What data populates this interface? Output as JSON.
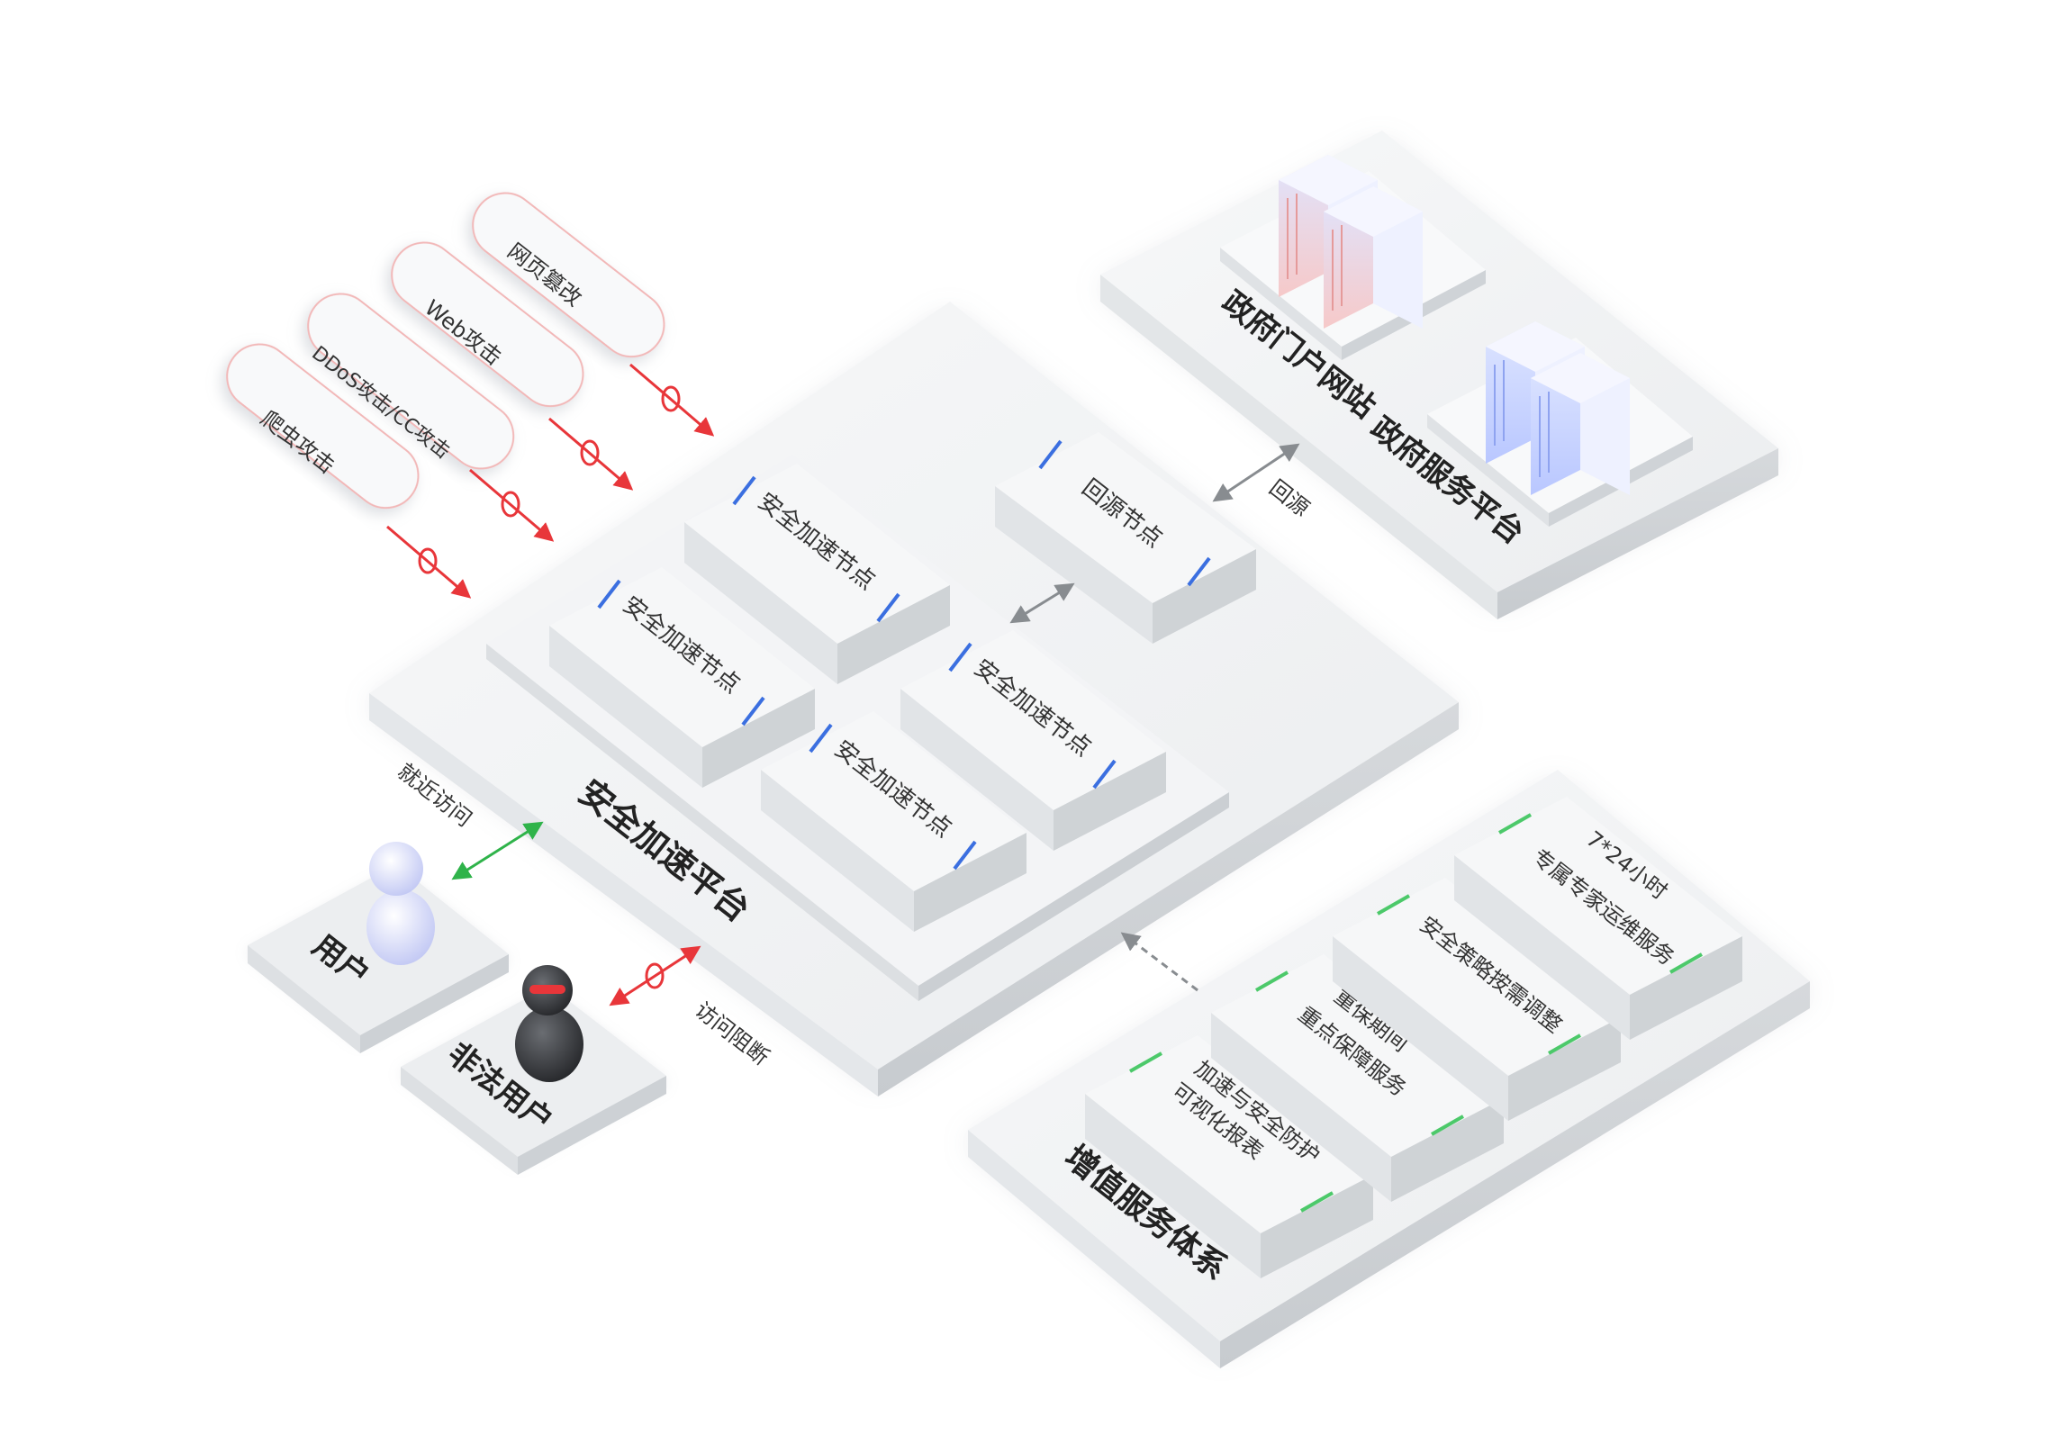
{
  "attacks": [
    "网页篡改",
    "Web攻击",
    "DDoS攻击/CC攻击",
    "爬虫攻击"
  ],
  "platform": {
    "label": "安全加速平台",
    "nodes": [
      "安全加速节点",
      "安全加速节点",
      "安全加速节点",
      "安全加速节点"
    ],
    "origin_node": "回源节点"
  },
  "government": {
    "portal": "政府门户网站",
    "service": "政府服务平台",
    "back_to_origin": "回源"
  },
  "users": {
    "user": "用户",
    "illegal_user": "非法用户",
    "nearby_access": "就近访问",
    "access_blocked": "访问阻断"
  },
  "value_added": {
    "label": "增值服务体系",
    "services": [
      {
        "line1": "加速与安全防护",
        "line2": "可视化报表"
      },
      {
        "line1": "重保期间",
        "line2": "重点保障服务"
      },
      {
        "line1": "安全策略按需调整",
        "line2": ""
      },
      {
        "line1": "7*24小时",
        "line2": "专属专家运维服务"
      }
    ]
  },
  "colors": {
    "attack_red": "#e8363a",
    "access_green": "#2fb34a",
    "node_blue": "#3b6fe0",
    "service_green": "#4cc96a",
    "panel": "#eceeef",
    "label": "#222222"
  }
}
